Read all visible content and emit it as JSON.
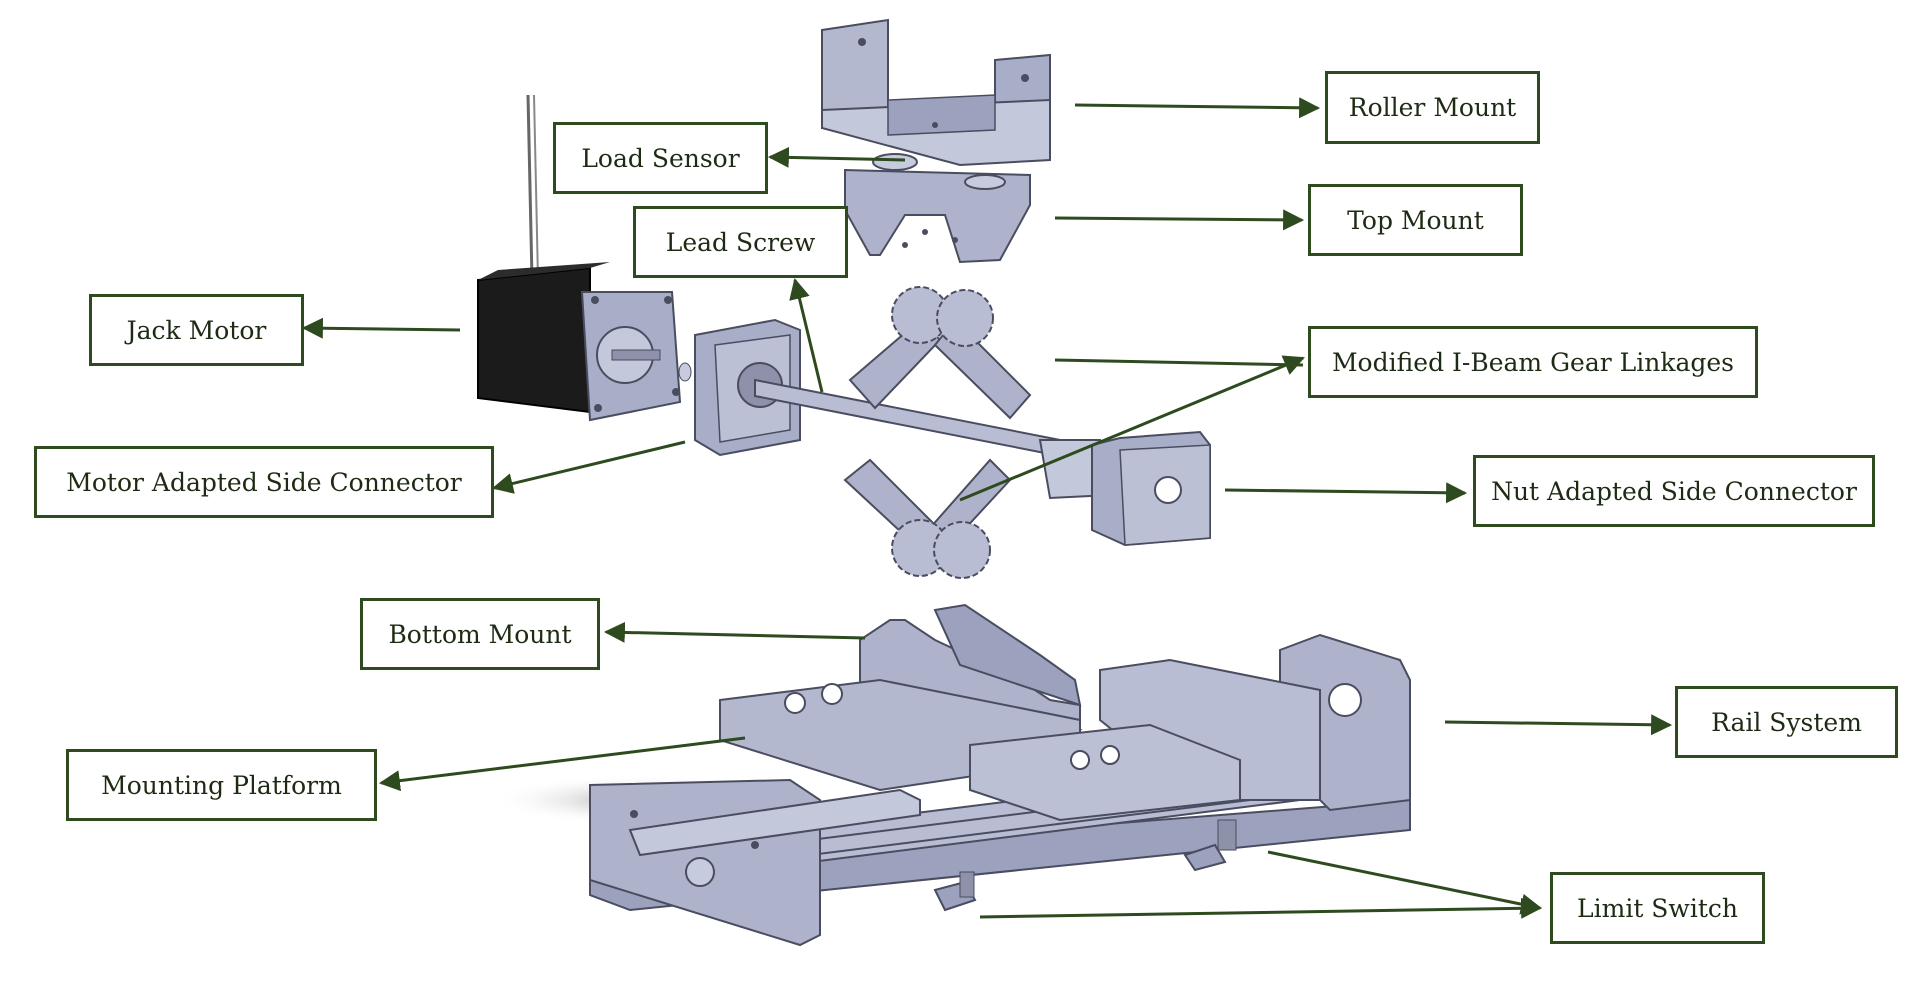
{
  "diagram": {
    "labels": {
      "roller_mount": "Roller Mount",
      "load_sensor": "Load Sensor",
      "top_mount": "Top Mount",
      "lead_screw": "Lead Screw",
      "jack_motor": "Jack Motor",
      "modified_i_beam": "Modified I-Beam Gear Linkages",
      "motor_side_connector": "Motor Adapted Side Connector",
      "nut_side_connector": "Nut Adapted Side Connector",
      "bottom_mount": "Bottom Mount",
      "rail_system": "Rail System",
      "mounting_platform": "Mounting Platform",
      "limit_switch": "Limit Switch"
    },
    "colors": {
      "label_border": "#2e4a1f",
      "arrow": "#2e4a1f",
      "label_text": "#1e2b14",
      "part_fill": "#a9aec8",
      "part_dark": "#8a8fab",
      "part_edge": "#4a4d60",
      "motor_body": "#1b1b1b",
      "background": "#ffffff"
    }
  }
}
